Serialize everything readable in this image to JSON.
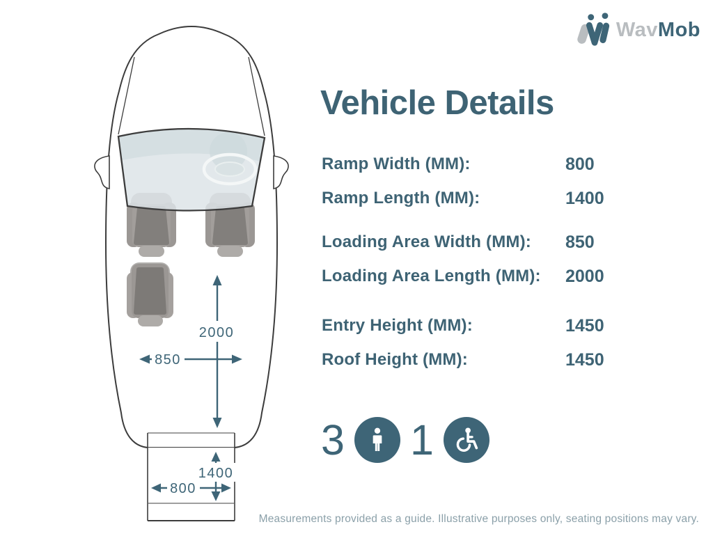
{
  "logo": {
    "brand_gray": "Wav",
    "brand_bold": "Mob"
  },
  "title": "Vehicle Details",
  "specs": {
    "groups": [
      {
        "rows": [
          {
            "label": "Ramp Width (MM):",
            "value": "800"
          },
          {
            "label": "Ramp Length (MM):",
            "value": "1400"
          }
        ]
      },
      {
        "rows": [
          {
            "label": "Loading Area Width (MM):",
            "value": "850"
          },
          {
            "label": "Loading Area Length (MM):",
            "value": "2000"
          }
        ]
      },
      {
        "rows": [
          {
            "label": "Entry Height (MM):",
            "value": "1450"
          },
          {
            "label": "Roof Height (MM):",
            "value": "1450"
          }
        ]
      }
    ]
  },
  "capacity": {
    "seated": "3",
    "wheelchair": "1"
  },
  "diagram": {
    "labels": {
      "loading_length": "2000",
      "loading_width": "850",
      "ramp_length": "1400",
      "ramp_width": "800"
    }
  },
  "footer": "Measurements provided as a guide. Illustrative purposes only, seating positions may vary.",
  "colors": {
    "teal": "#3e6577",
    "title_teal": "#3e6374",
    "logo_gray": "#b9bdc0",
    "footer_gray": "#8ba0a9",
    "windshield_tint": "#dce4e7",
    "seat_gray": "#a29e9b"
  }
}
